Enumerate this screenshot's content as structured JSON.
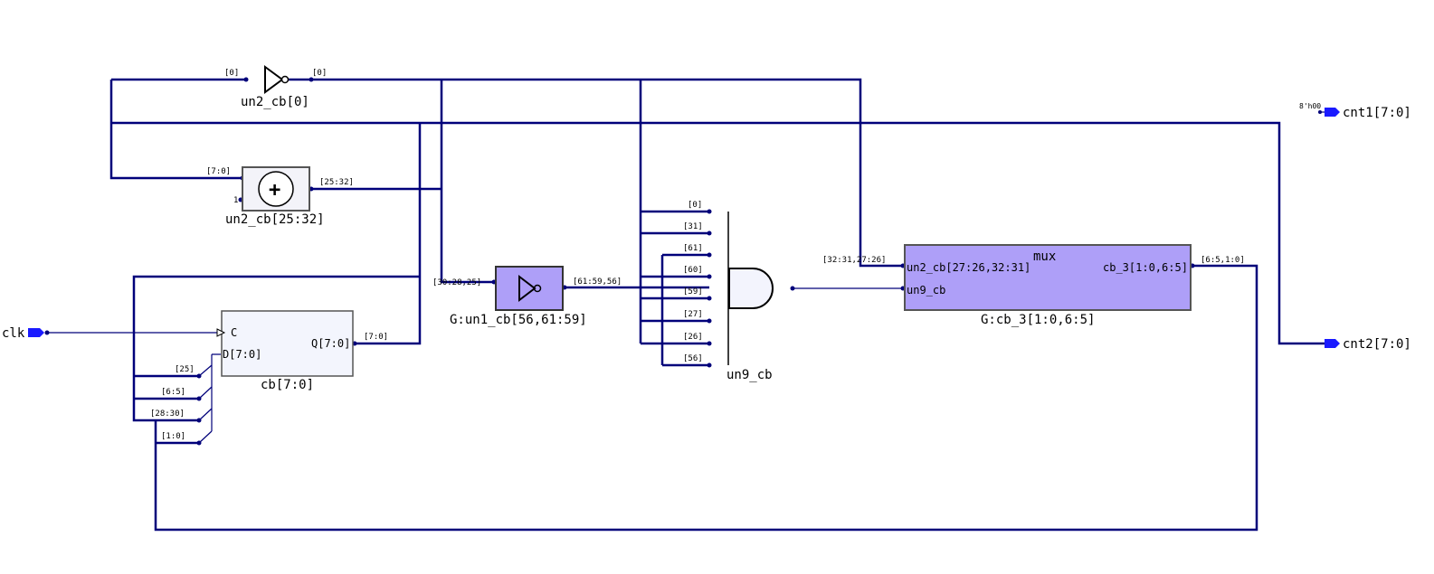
{
  "ports": {
    "clk": "clk",
    "cnt1": "cnt1[7:0]",
    "cnt2": "cnt2[7:0]",
    "cnt1_const": "8'h00"
  },
  "instances": {
    "inv0": {
      "name": "un2_cb[0]",
      "in_label": "[0]",
      "out_label": "[0]"
    },
    "adder": {
      "name": "un2_cb[25:32]",
      "symbol": "+",
      "in_label": "[7:0]",
      "const_in": "1",
      "out_label": "[25:32]"
    },
    "inv_group": {
      "name": "G:un1_cb[56,61:59]",
      "in_label": "[30:28,25]",
      "out_label": "[61:59,56]"
    },
    "reg": {
      "name": "cb[7:0]",
      "clk_pin": "C",
      "d_pin": "D[7:0]",
      "q_pin": "Q[7:0]",
      "q_label": "[7:0]"
    },
    "and_gate": {
      "name": "un9_cb",
      "inputs": [
        "[0]",
        "[31]",
        "[61]",
        "[60]",
        "[59]",
        "[27]",
        "[26]",
        "[56]"
      ]
    },
    "mux": {
      "title": "mux",
      "name": "G:cb_3[1:0,6:5]",
      "in1_pin": "un2_cb[27:26,32:31]",
      "in2_pin": "un9_cb",
      "out_pin": "cb_3[1:0,6:5]",
      "in_label": "[32:31,27:26]",
      "out_label": "[6:5,1:0]"
    },
    "d_taps": [
      "[25]",
      "[6:5]",
      "[28:30]",
      "[1:0]"
    ]
  },
  "colors": {
    "wire": "#00007a",
    "mux_fill": "#ae9ff8",
    "inv_group_fill": "#ae9ff8",
    "reg_fill": "#f3f5fd",
    "adder_fill": "#f3f3f9",
    "and_fill": "#f3f4fd",
    "port_fill": "#1a1aff"
  }
}
